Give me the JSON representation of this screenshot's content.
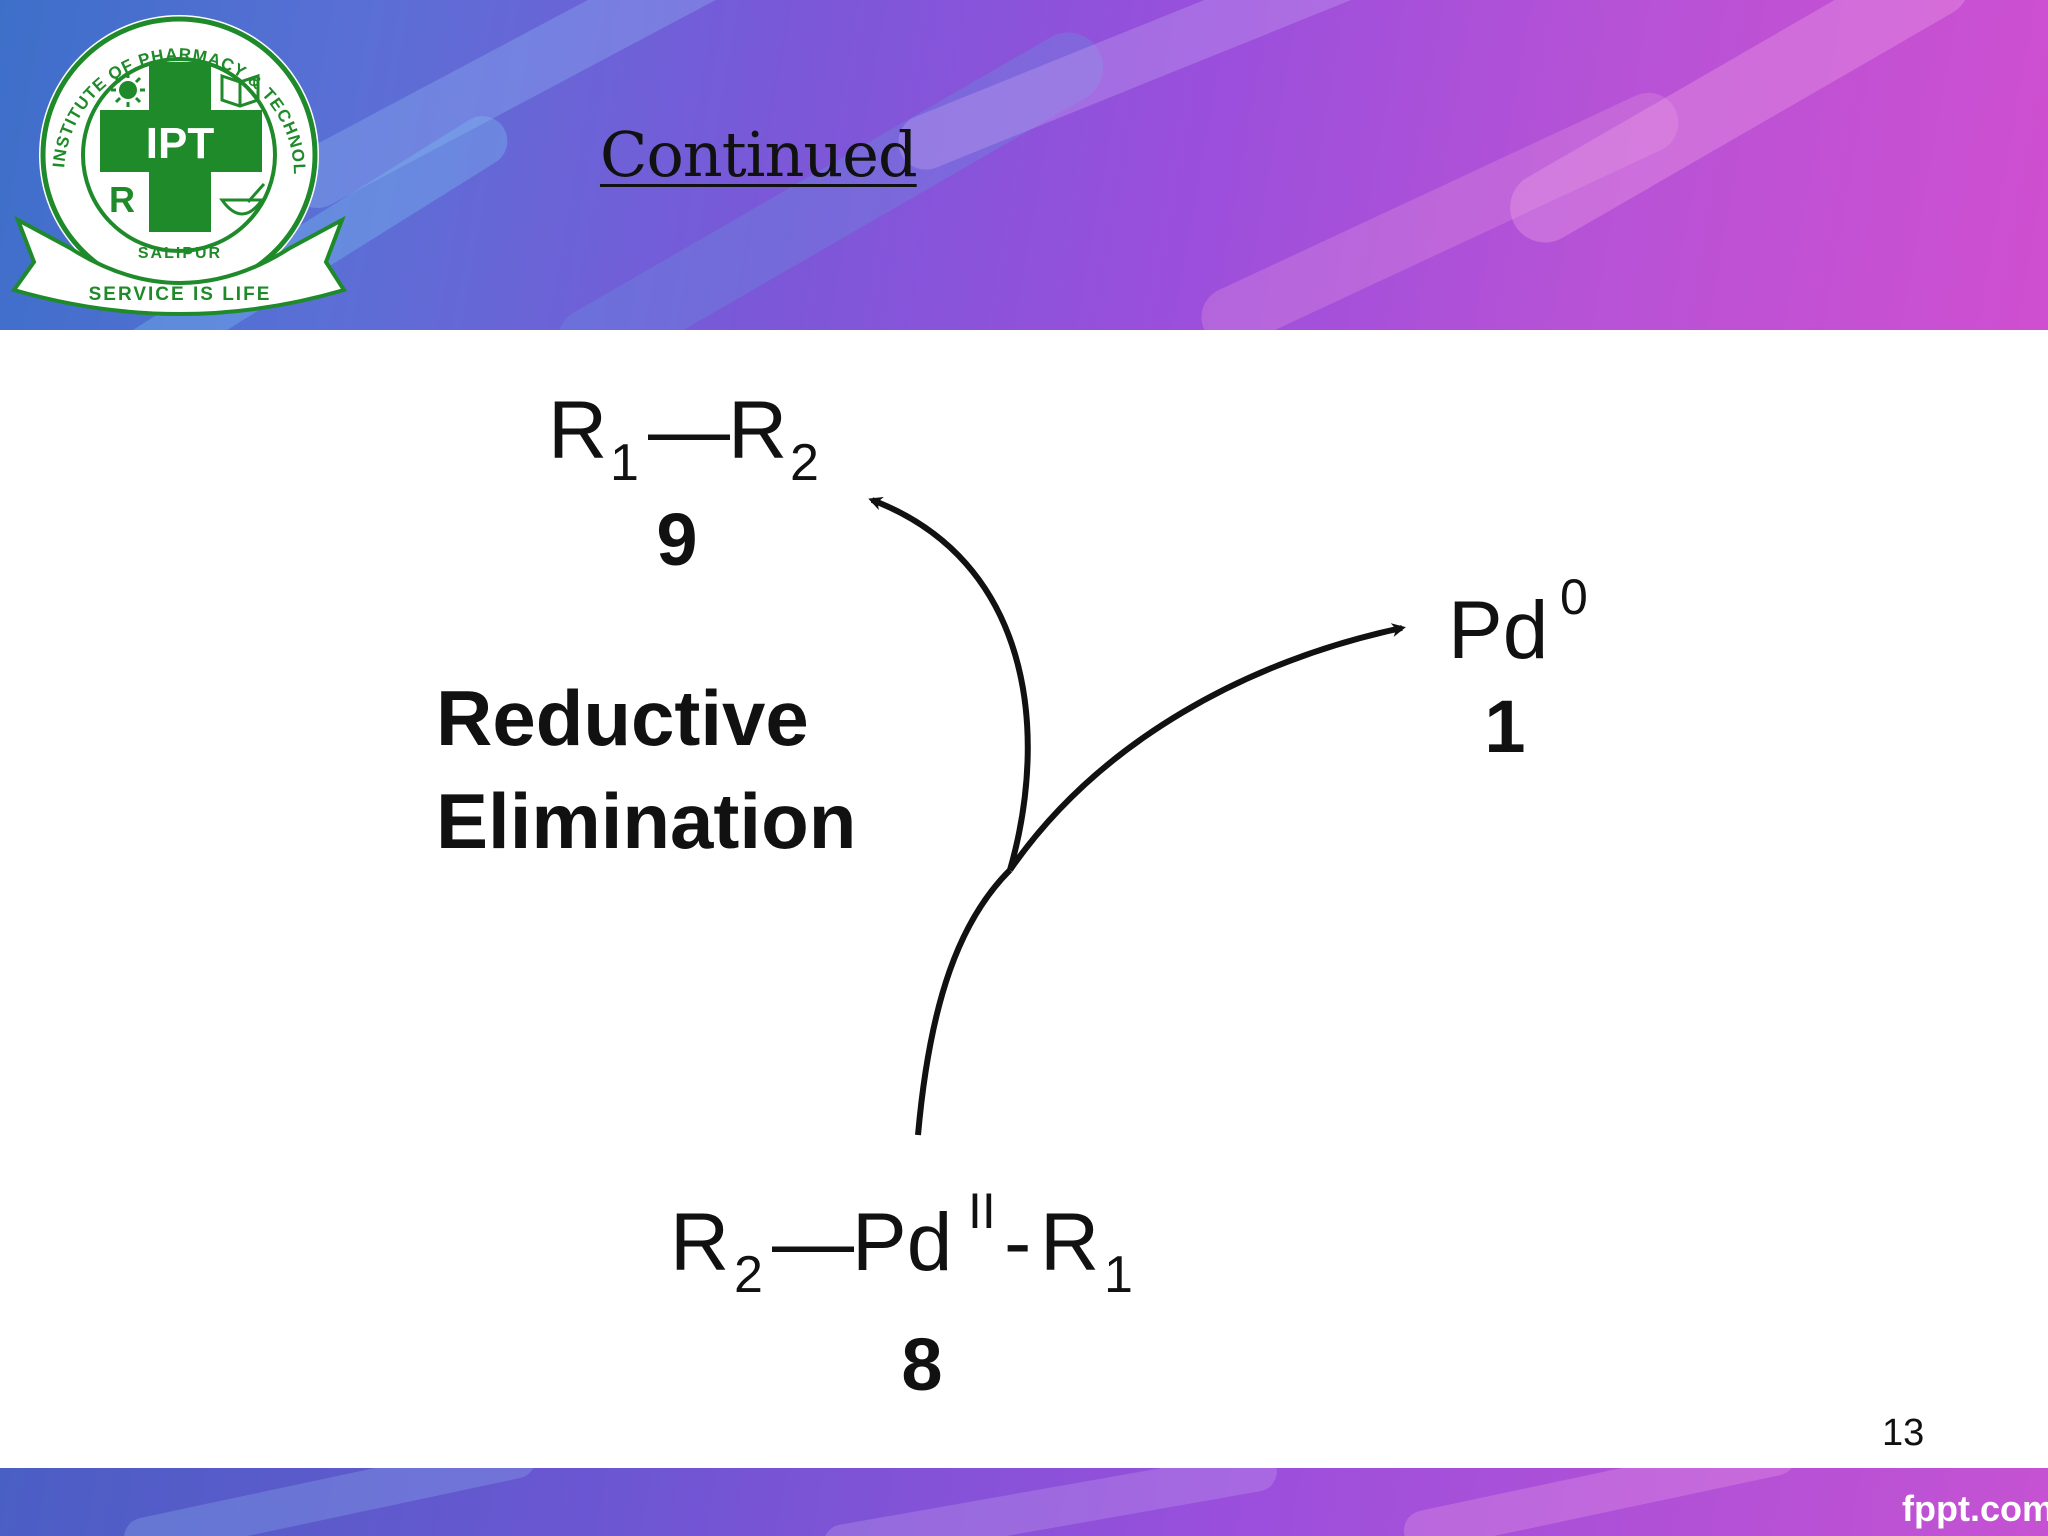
{
  "slide": {
    "title": "Continued",
    "page_number": "13",
    "brand": "fppt.com"
  },
  "logo": {
    "ring_text": "INSTITUTE OF PHARMACY & TECHNOLOGY",
    "monogram": "IPT",
    "rx": "R",
    "location": "SALIPUR",
    "motto": "SERVICE IS LIFE",
    "color": "#1f8a2a"
  },
  "diagram": {
    "step_label_line1": "Reductive",
    "step_label_line2": "Elimination",
    "product": {
      "left": "R",
      "left_sub": "1",
      "bond": "—",
      "right": "R",
      "right_sub": "2",
      "number": "9"
    },
    "catalyst": {
      "symbol": "Pd",
      "superscript": "0",
      "number": "1"
    },
    "intermediate": {
      "left": "R",
      "left_sub": "2",
      "bond": "—",
      "metal": "Pd",
      "metal_sup": "II",
      "link": "-",
      "right": "R",
      "right_sub": "1",
      "number": "8"
    }
  },
  "colors": {
    "text": "#111111",
    "logo_green": "#1f8a2a",
    "header_start": "#3d6fc9",
    "header_end": "#cf4fd0"
  }
}
